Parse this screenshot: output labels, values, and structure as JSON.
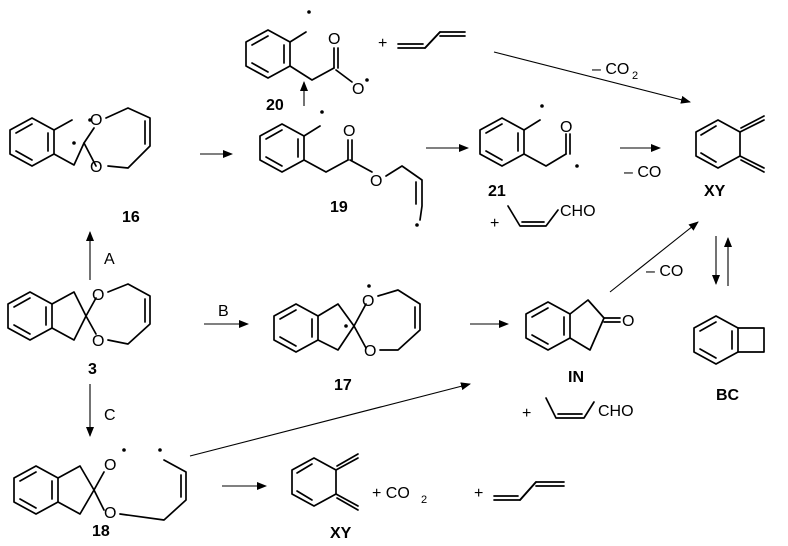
{
  "compounds": {
    "c3": "3",
    "c16": "16",
    "c17": "17",
    "c18": "18",
    "c19": "19",
    "c20": "20",
    "c21": "21",
    "xy": "XY",
    "xy2": "XY",
    "in": "IN",
    "bc": "BC"
  },
  "atoms": {
    "oxygen": "O",
    "cho": "CHO"
  },
  "paths": {
    "a": "A",
    "b": "B",
    "c": "C"
  },
  "conditions": {
    "minus_co2": "– CO",
    "minus_co2_sub": "2",
    "minus_co_1": "– CO",
    "minus_co_2": "– CO",
    "plus_co2": "+ CO",
    "plus_co2_sub": "2"
  },
  "plus": "+"
}
